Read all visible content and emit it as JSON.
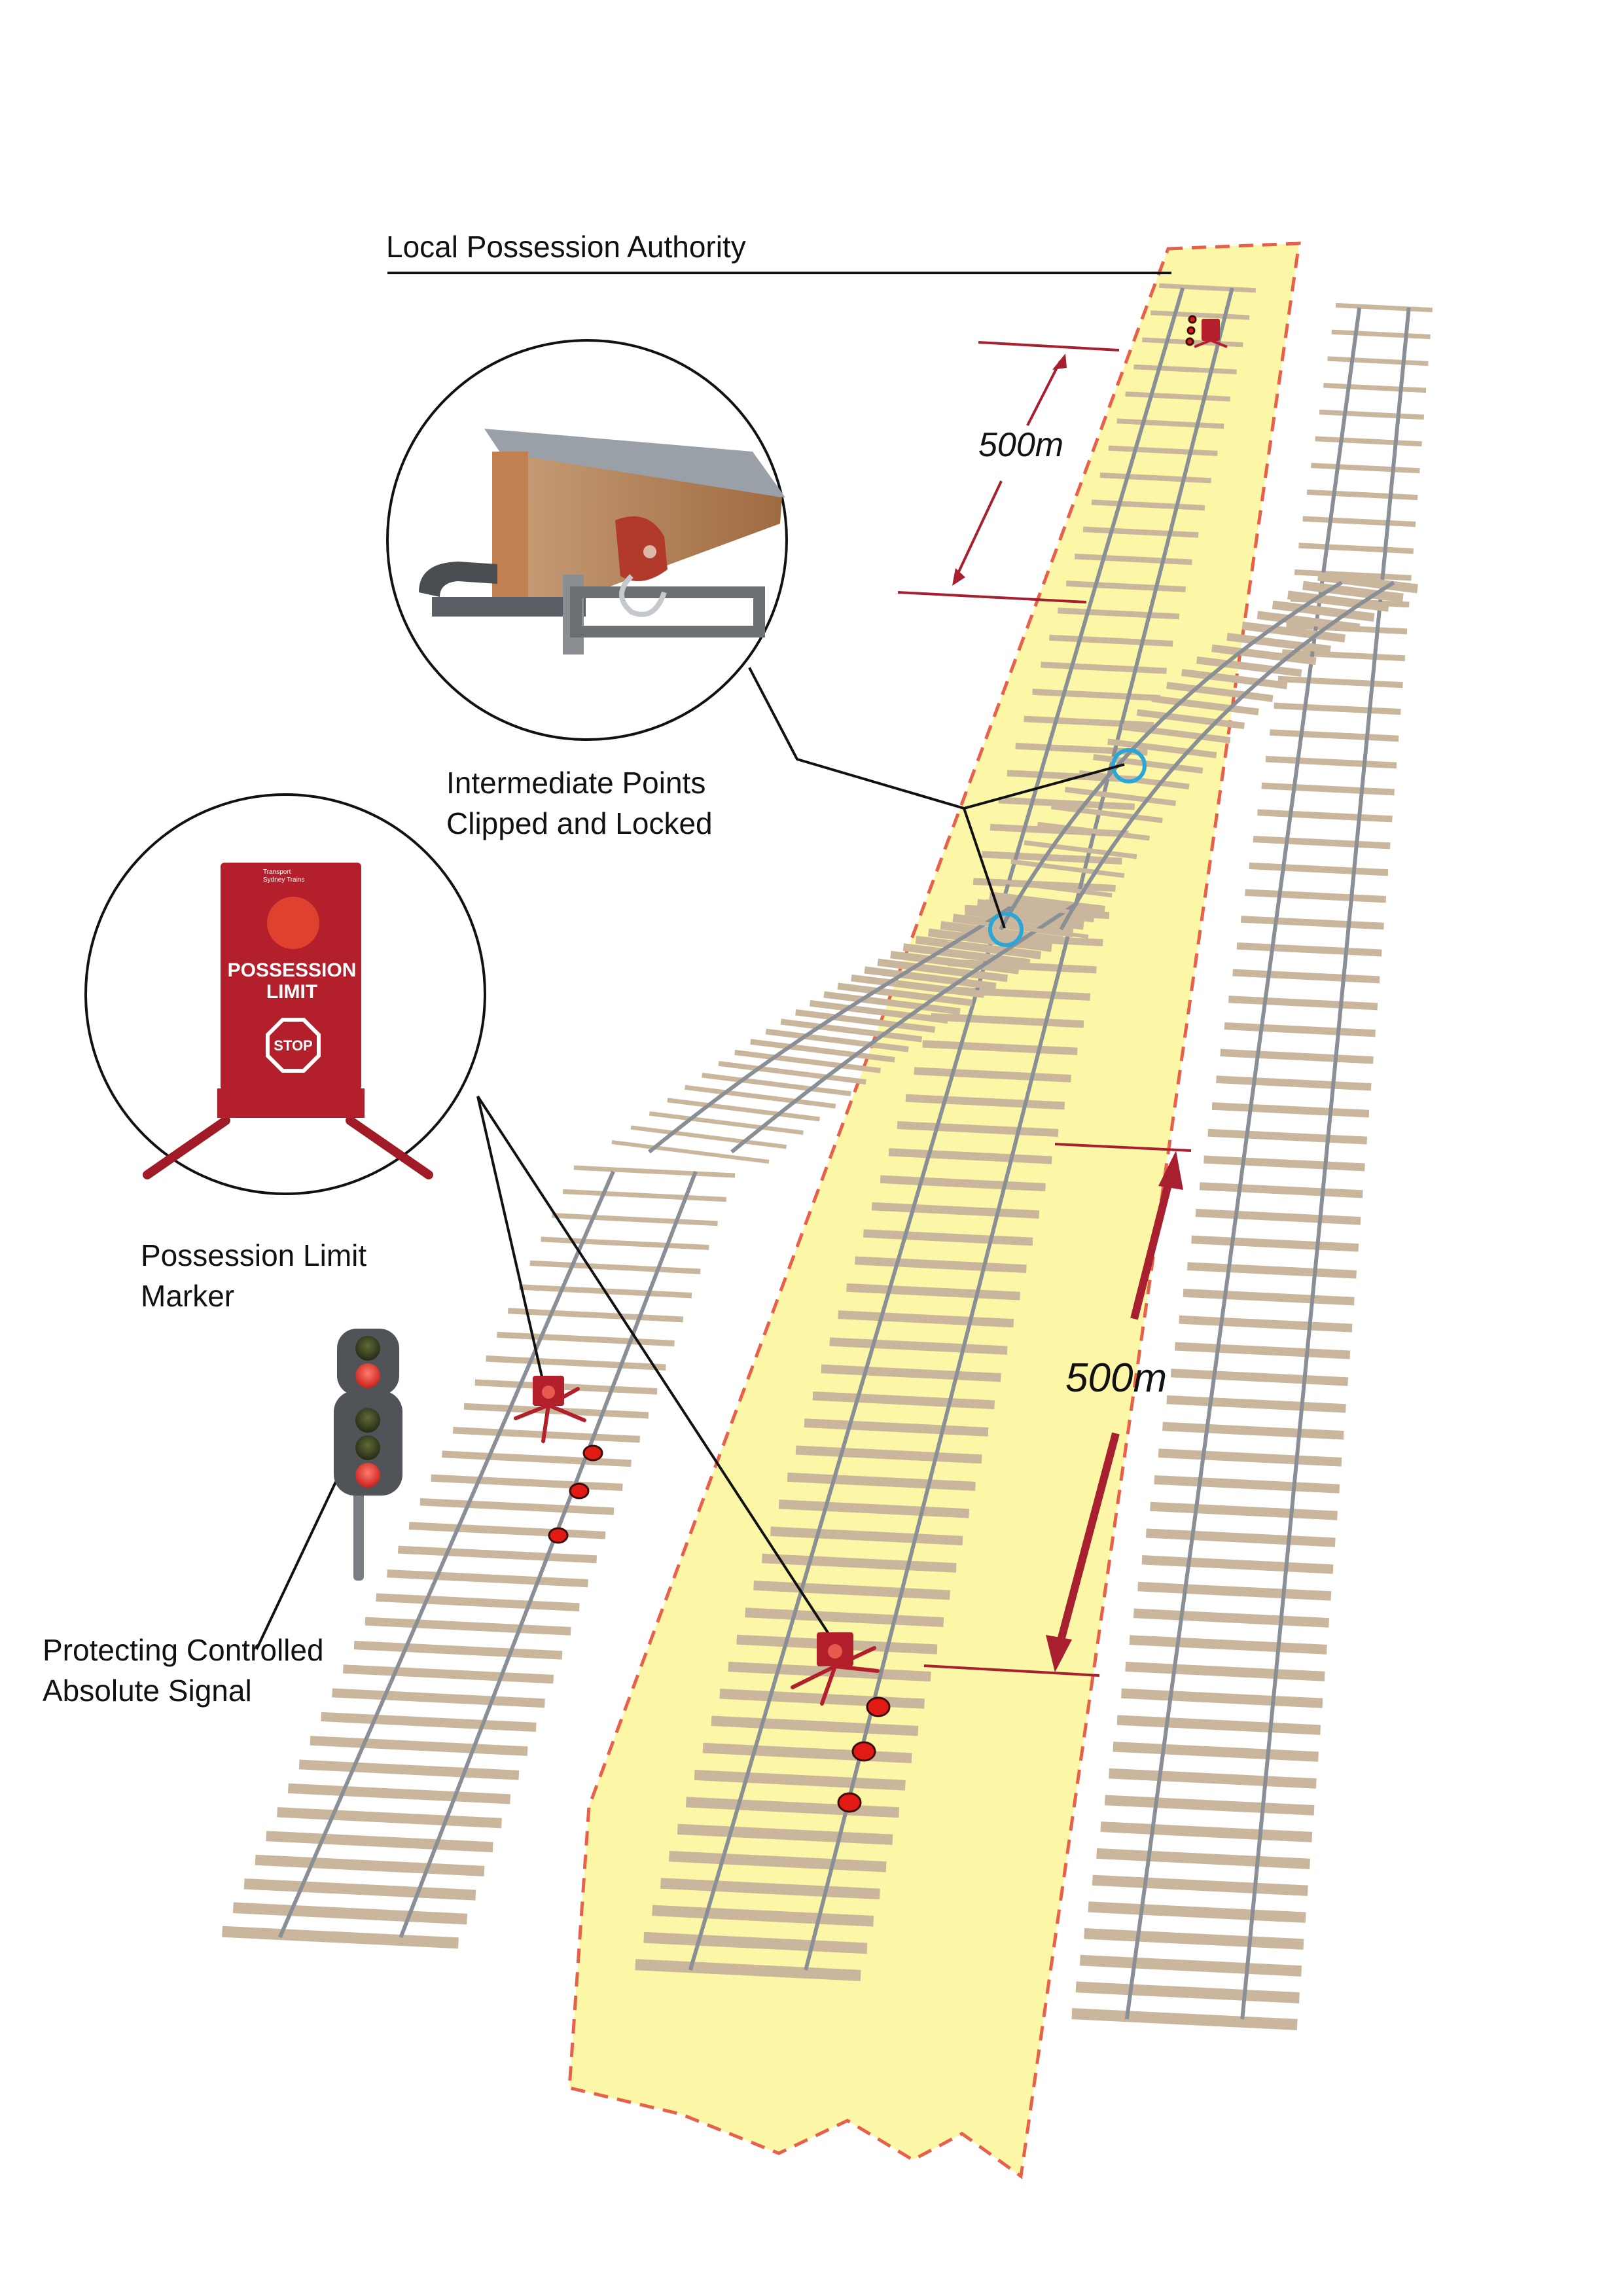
{
  "labels": {
    "lpa": "Local Possession Authority",
    "points_line1": "Intermediate Points",
    "points_line2": "Clipped and Locked",
    "marker_line1": "Possession Limit",
    "marker_line2": "Marker",
    "signal_line1": "Protecting Controlled",
    "signal_line2": "Absolute Signal"
  },
  "distances": {
    "top": "500m",
    "bottom": "500m"
  },
  "marker_sign": {
    "brand_line1": "Transport",
    "brand_line2": "Sydney Trains",
    "title_line1": "POSSESSION",
    "title_line2": "LIMIT",
    "stop": "STOP"
  },
  "colors": {
    "possession_zone": "#fbf7a6",
    "zone_border": "#e8604a",
    "sleeper": "#c9b69c",
    "rail": "#8a8f96",
    "marker_red": "#b3202c",
    "dimension_red": "#a81f2f",
    "points_circle": "#2aa6d8"
  },
  "icons": [
    "clip-lock-icon",
    "possession-limit-marker-icon",
    "signal-icon",
    "detonator-icon"
  ]
}
